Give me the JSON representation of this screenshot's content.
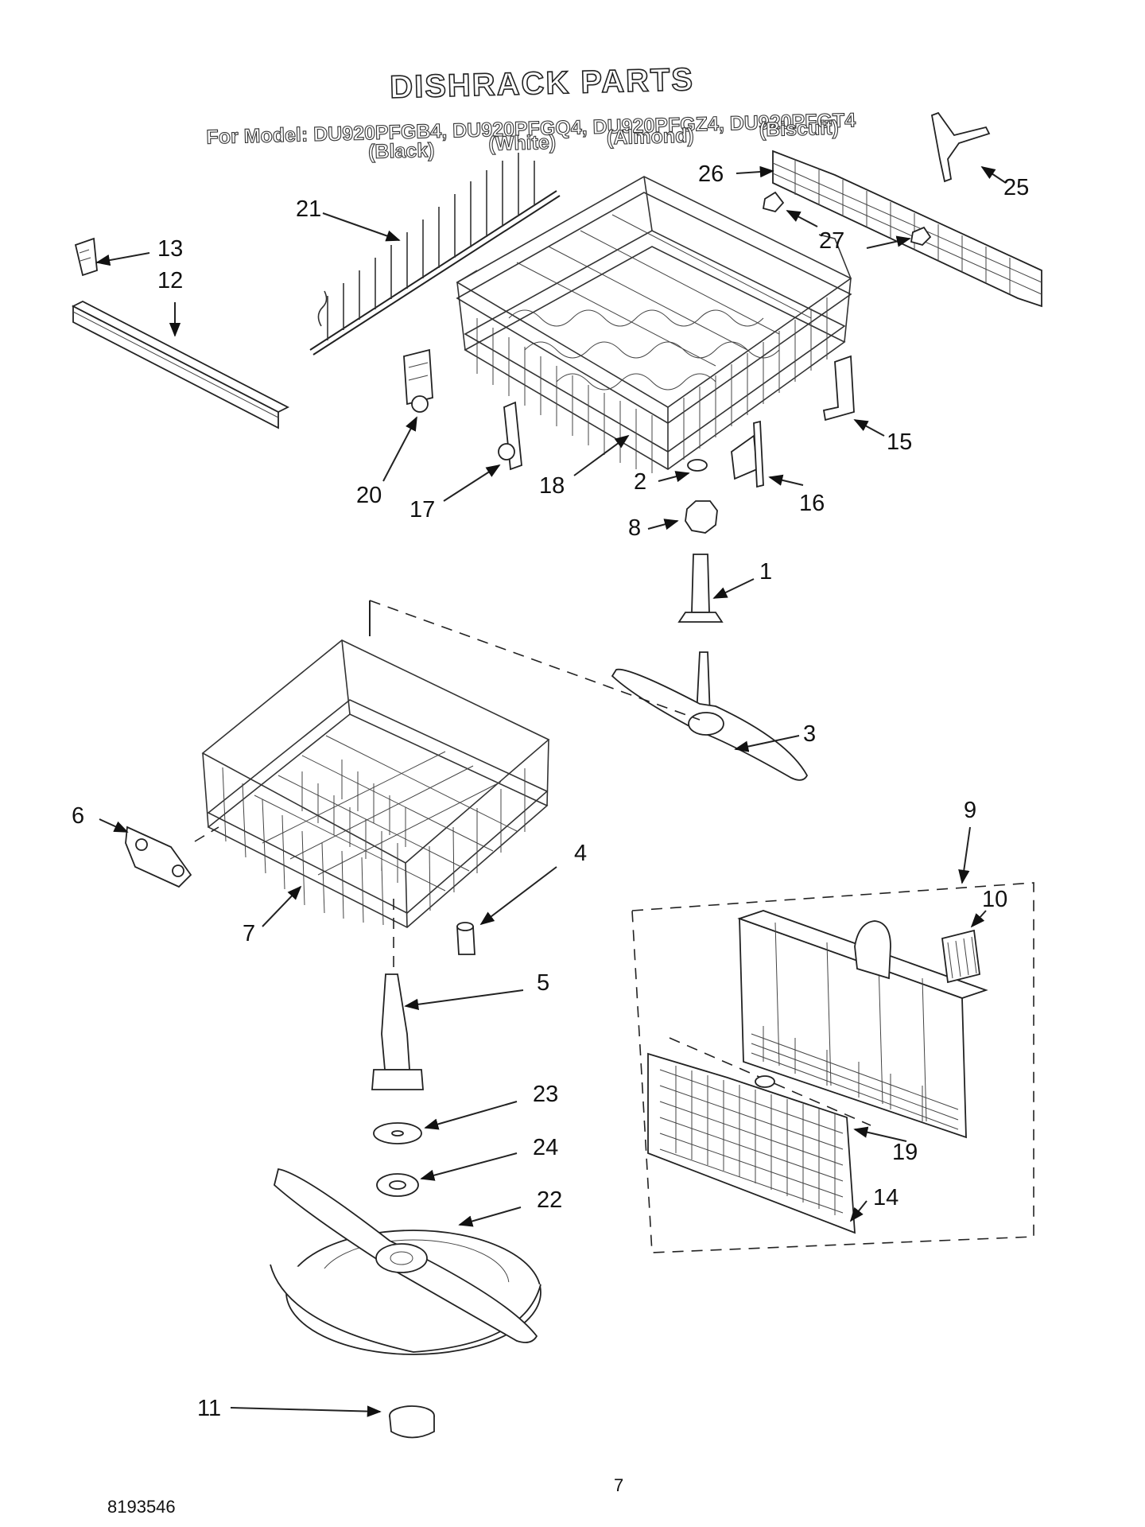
{
  "title": "DISHRACK PARTS",
  "model_line": "For Model: DU920PFGB4, DU920PFGQ4, DU920PFGZ4, DU920PFGT4",
  "colors": [
    "(Black)",
    "(White)",
    "(Almond)",
    "(Biscuit)"
  ],
  "callouts": [
    "1",
    "2",
    "3",
    "4",
    "5",
    "6",
    "7",
    "8",
    "9",
    "10",
    "11",
    "12",
    "13",
    "14",
    "15",
    "16",
    "17",
    "18",
    "19",
    "20",
    "21",
    "22",
    "23",
    "24",
    "25",
    "26",
    "27",
    "27"
  ],
  "page_number": "7",
  "doc_number": "8193546"
}
